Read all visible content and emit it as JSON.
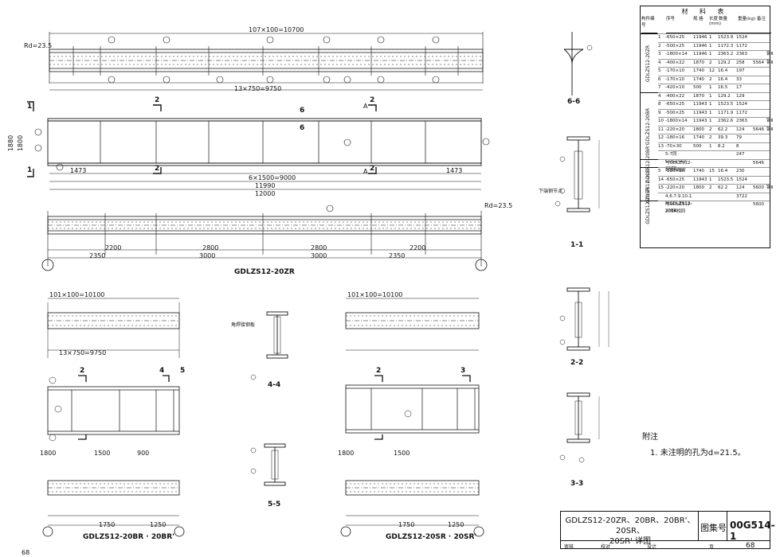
{
  "drawings": {
    "main_title": "GDLZS12-20ZR",
    "left_title": "GDLZS12-20BR · 20BR'",
    "right_title": "GDLZS12-20SR · 20SR'",
    "sec_66": "6-6",
    "sec_11": "1-1",
    "sec_22": "2-2",
    "sec_33": "3-3",
    "sec_44": "4-4",
    "sec_55": "5-5"
  },
  "dims": {
    "top_span": "107×100=10700",
    "bolt_span": "13×750=9750",
    "mid_span": "6×1500=9000",
    "len1": "11990",
    "len2": "12000",
    "rd": "Rd=23.5",
    "seg_a": "2350",
    "seg_b": "3000",
    "seg_c": "2200",
    "seg_d": "2800",
    "end_a": "1473",
    "h1": "1800",
    "h2": "1880",
    "l_span": "101×100=10100",
    "l_bolt": "13×750=9750",
    "l_b1": "1800",
    "l_b2": "1500",
    "l_b3": "900",
    "l_b4": "1750",
    "l_b5": "1250",
    "r_span": "101×100=10100",
    "r_b1": "1800",
    "r_b2": "1500",
    "r_b3": "1750",
    "r_b4": "1250"
  },
  "labels": {
    "tie_plate": "下端钢节点",
    "weld_note": "角焊接钢板",
    "sec_mark_1": "1",
    "sec_mark_2": "2",
    "sec_mark_6": "6",
    "sec_mark_4": "4",
    "sec_mark_5": "5",
    "sec_mark_3": "3",
    "mark_a": "A"
  },
  "materials": {
    "title": "材 料 表",
    "headers": [
      "构件编号",
      "序号",
      "规 格",
      "长度(mm)",
      "数量",
      "重量(kg)",
      "备注"
    ],
    "groups": [
      "GDLZS12-20ZR",
      "GDLZS12-20BR",
      "GDLZS12-20BR'",
      "GDLZS12-20SR",
      "GDLZS12-20SR'"
    ],
    "rows": [
      {
        "no": "1",
        "spec": "-650×25",
        "len": "11946",
        "qty": "1",
        "w1": "1523.9",
        "w2": "1524",
        "total": "",
        "rem": ""
      },
      {
        "no": "2",
        "spec": "-500×25",
        "len": "11946",
        "qty": "1",
        "w1": "1172.3",
        "w2": "1172",
        "total": "",
        "rem": ""
      },
      {
        "no": "3",
        "spec": "-1800×14",
        "len": "11946",
        "qty": "1",
        "w1": "2363.2",
        "w2": "2363",
        "total": "",
        "rem": "钢Ⅱ"
      },
      {
        "no": "4",
        "spec": "-400×22",
        "len": "1870",
        "qty": "2",
        "w1": "129.2",
        "w2": "258",
        "total": "5564",
        "rem": "钢Ⅱ"
      },
      {
        "no": "5",
        "spec": "-170×10",
        "len": "1740",
        "qty": "12",
        "w1": "16.4",
        "w2": "197",
        "total": "",
        "rem": ""
      },
      {
        "no": "6",
        "spec": "-170×10",
        "len": "1740",
        "qty": "2",
        "w1": "16.4",
        "w2": "33",
        "total": "",
        "rem": ""
      },
      {
        "no": "7",
        "spec": "-420×10",
        "len": "500",
        "qty": "1",
        "w1": "16.5",
        "w2": "17",
        "total": "",
        "rem": ""
      },
      {
        "no": "4",
        "spec": "-400×22",
        "len": "1870",
        "qty": "1",
        "w1": "129.2",
        "w2": "129",
        "total": "",
        "rem": ""
      },
      {
        "no": "8",
        "spec": "-650×25",
        "len": "11943",
        "qty": "1",
        "w1": "1523.5",
        "w2": "1524",
        "total": "",
        "rem": ""
      },
      {
        "no": "9",
        "spec": "-500×25",
        "len": "11943",
        "qty": "1",
        "w1": "1171.9",
        "w2": "1172",
        "total": "",
        "rem": ""
      },
      {
        "no": "10",
        "spec": "-1800×14",
        "len": "11943",
        "qty": "1",
        "w1": "2362.6",
        "w2": "2363",
        "total": "",
        "rem": "钢Ⅱ"
      },
      {
        "no": "11",
        "spec": "-220×20",
        "len": "1800",
        "qty": "2",
        "w1": "62.2",
        "w2": "124",
        "total": "5646",
        "rem": "钢Ⅱ"
      },
      {
        "no": "12",
        "spec": "-180×16",
        "len": "1740",
        "qty": "2",
        "w1": "39.3",
        "w2": "79",
        "total": "",
        "rem": ""
      },
      {
        "no": "13",
        "spec": "-70×30",
        "len": "500",
        "qty": "1",
        "w1": "8.2",
        "w2": "8",
        "total": "",
        "rem": ""
      },
      {
        "no": "",
        "spec": "5-7同GDLZS12-20ZR",
        "len": "",
        "qty": "",
        "w1": "",
        "w2": "247",
        "total": "",
        "rem": ""
      },
      {
        "no": "",
        "spec": "与GDLZS12-20BR相同",
        "len": "",
        "qty": "",
        "w1": "",
        "w2": "",
        "total": "5646",
        "rem": ""
      },
      {
        "no": "5",
        "spec": "-120×10",
        "len": "1740",
        "qty": "15",
        "w1": "16.4",
        "w2": "230",
        "total": "",
        "rem": ""
      },
      {
        "no": "14",
        "spec": "-650×25",
        "len": "11943",
        "qty": "1",
        "w1": "1523.5",
        "w2": "1524",
        "total": "",
        "rem": ""
      },
      {
        "no": "15",
        "spec": "-220×20",
        "len": "1800",
        "qty": "2",
        "w1": "62.2",
        "w2": "124",
        "total": "5600",
        "rem": "钢Ⅱ"
      },
      {
        "no": "",
        "spec": "4.6.7.9.10.13同GDLZS12-20BR",
        "len": "",
        "qty": "",
        "w1": "",
        "w2": "3722",
        "total": "",
        "rem": ""
      },
      {
        "no": "",
        "spec": "与GDLZS12-20SR相同",
        "len": "",
        "qty": "",
        "w1": "",
        "w2": "",
        "total": "5600",
        "rem": ""
      }
    ]
  },
  "notes": {
    "heading": "附注",
    "item1": "1. 未注明的孔为d=21.5。"
  },
  "title_block": {
    "title_line1": "GDLZS12-20ZR、20BR、20BR'、20SR、",
    "title_line2": "20SR' 详图",
    "atlas_label": "图集号",
    "atlas_no": "00G514-1",
    "review": "审核",
    "check": "校对",
    "design": "设计",
    "page_label": "页",
    "page_no": "68"
  },
  "page_number": "68"
}
